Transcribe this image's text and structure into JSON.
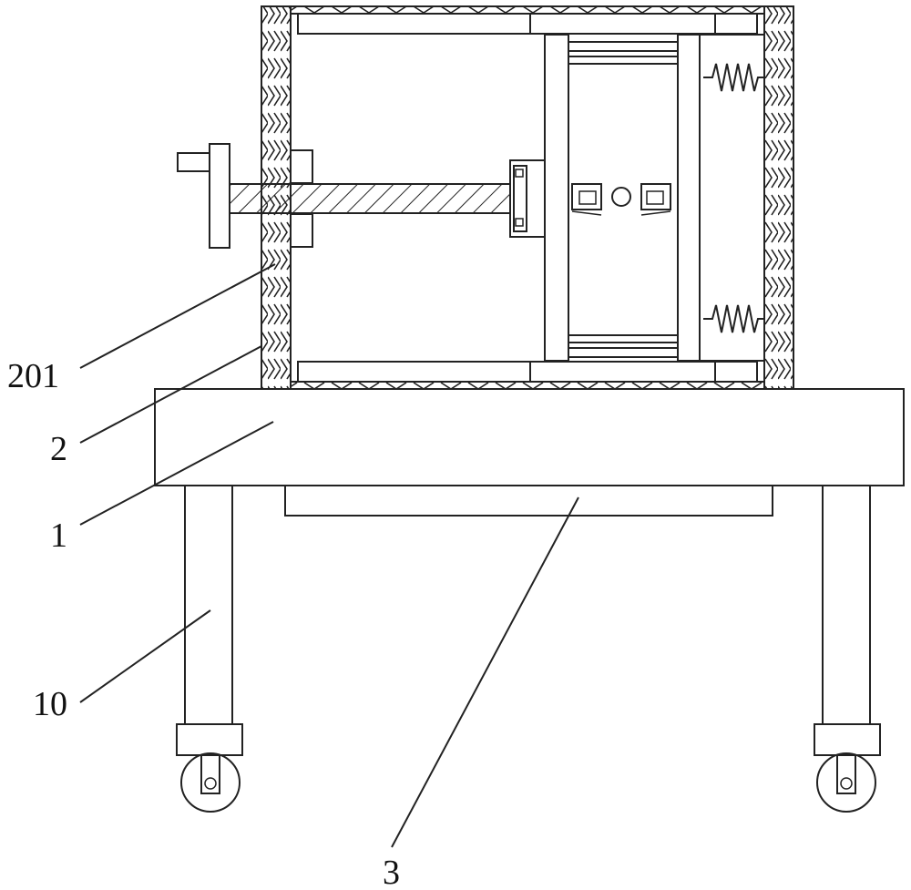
{
  "figure": {
    "labels": {
      "l201": "201",
      "l2": "2",
      "l1": "1",
      "l10": "10",
      "l3": "3"
    },
    "line_color": "#222222",
    "background": "#ffffff"
  }
}
